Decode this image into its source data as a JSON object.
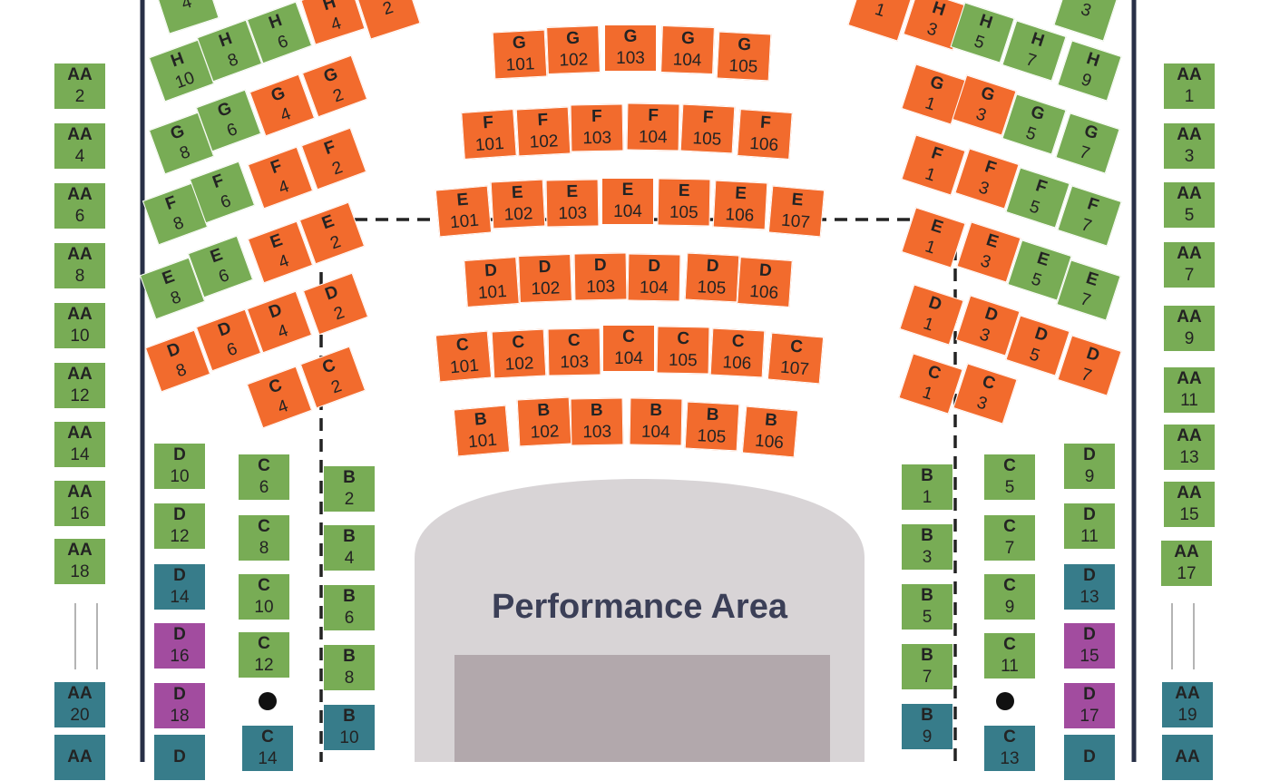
{
  "stage_label": "Performance Area",
  "colors": {
    "orange": "#f26b2d",
    "green": "#78ac55",
    "teal": "#377c8a",
    "purple": "#a24c9f",
    "stage": "#d8d4d6",
    "stage_floor": "#b2a8ac",
    "navy": "#283047",
    "seat_text": "#232323"
  },
  "seats": [
    {
      "row": "G",
      "num": "101",
      "color": "orange"
    },
    {
      "row": "G",
      "num": "102",
      "color": "orange"
    },
    {
      "row": "G",
      "num": "103",
      "color": "orange"
    },
    {
      "row": "G",
      "num": "104",
      "color": "orange"
    },
    {
      "row": "G",
      "num": "105",
      "color": "orange"
    },
    {
      "row": "F",
      "num": "101",
      "color": "orange"
    },
    {
      "row": "F",
      "num": "102",
      "color": "orange"
    },
    {
      "row": "F",
      "num": "103",
      "color": "orange"
    },
    {
      "row": "F",
      "num": "104",
      "color": "orange"
    },
    {
      "row": "F",
      "num": "105",
      "color": "orange"
    },
    {
      "row": "F",
      "num": "106",
      "color": "orange"
    },
    {
      "row": "E",
      "num": "101",
      "color": "orange"
    },
    {
      "row": "E",
      "num": "102",
      "color": "orange"
    },
    {
      "row": "E",
      "num": "103",
      "color": "orange"
    },
    {
      "row": "E",
      "num": "104",
      "color": "orange"
    },
    {
      "row": "E",
      "num": "105",
      "color": "orange"
    },
    {
      "row": "E",
      "num": "106",
      "color": "orange"
    },
    {
      "row": "E",
      "num": "107",
      "color": "orange"
    },
    {
      "row": "D",
      "num": "101",
      "color": "orange"
    },
    {
      "row": "D",
      "num": "102",
      "color": "orange"
    },
    {
      "row": "D",
      "num": "103",
      "color": "orange"
    },
    {
      "row": "D",
      "num": "104",
      "color": "orange"
    },
    {
      "row": "D",
      "num": "105",
      "color": "orange"
    },
    {
      "row": "D",
      "num": "106",
      "color": "orange"
    },
    {
      "row": "C",
      "num": "101",
      "color": "orange"
    },
    {
      "row": "C",
      "num": "102",
      "color": "orange"
    },
    {
      "row": "C",
      "num": "103",
      "color": "orange"
    },
    {
      "row": "C",
      "num": "104",
      "color": "orange"
    },
    {
      "row": "C",
      "num": "105",
      "color": "orange"
    },
    {
      "row": "C",
      "num": "106",
      "color": "orange"
    },
    {
      "row": "C",
      "num": "107",
      "color": "orange"
    },
    {
      "row": "B",
      "num": "101",
      "color": "orange"
    },
    {
      "row": "B",
      "num": "102",
      "color": "orange"
    },
    {
      "row": "B",
      "num": "103",
      "color": "orange"
    },
    {
      "row": "B",
      "num": "104",
      "color": "orange"
    },
    {
      "row": "B",
      "num": "105",
      "color": "orange"
    },
    {
      "row": "B",
      "num": "106",
      "color": "orange"
    },
    {
      "row": "",
      "num": "4",
      "color": "green"
    },
    {
      "row": "H",
      "num": "4",
      "color": "orange"
    },
    {
      "row": "",
      "num": "2",
      "color": "orange"
    },
    {
      "row": "H",
      "num": "10",
      "color": "green"
    },
    {
      "row": "H",
      "num": "8",
      "color": "green"
    },
    {
      "row": "H",
      "num": "6",
      "color": "green"
    },
    {
      "row": "G",
      "num": "8",
      "color": "green"
    },
    {
      "row": "G",
      "num": "6",
      "color": "green"
    },
    {
      "row": "G",
      "num": "4",
      "color": "orange"
    },
    {
      "row": "G",
      "num": "2",
      "color": "orange"
    },
    {
      "row": "F",
      "num": "8",
      "color": "green"
    },
    {
      "row": "F",
      "num": "6",
      "color": "green"
    },
    {
      "row": "F",
      "num": "4",
      "color": "orange"
    },
    {
      "row": "F",
      "num": "2",
      "color": "orange"
    },
    {
      "row": "E",
      "num": "8",
      "color": "green"
    },
    {
      "row": "E",
      "num": "6",
      "color": "green"
    },
    {
      "row": "E",
      "num": "4",
      "color": "orange"
    },
    {
      "row": "E",
      "num": "2",
      "color": "orange"
    },
    {
      "row": "D",
      "num": "8",
      "color": "orange"
    },
    {
      "row": "D",
      "num": "6",
      "color": "orange"
    },
    {
      "row": "D",
      "num": "4",
      "color": "orange"
    },
    {
      "row": "D",
      "num": "2",
      "color": "orange"
    },
    {
      "row": "C",
      "num": "4",
      "color": "orange"
    },
    {
      "row": "C",
      "num": "2",
      "color": "orange"
    },
    {
      "row": "",
      "num": "1",
      "color": "orange"
    },
    {
      "row": "H",
      "num": "3",
      "color": "orange"
    },
    {
      "row": "",
      "num": "3",
      "color": "green"
    },
    {
      "row": "H",
      "num": "5",
      "color": "green"
    },
    {
      "row": "H",
      "num": "7",
      "color": "green"
    },
    {
      "row": "H",
      "num": "9",
      "color": "green"
    },
    {
      "row": "G",
      "num": "1",
      "color": "orange"
    },
    {
      "row": "G",
      "num": "3",
      "color": "orange"
    },
    {
      "row": "G",
      "num": "5",
      "color": "green"
    },
    {
      "row": "G",
      "num": "7",
      "color": "green"
    },
    {
      "row": "F",
      "num": "1",
      "color": "orange"
    },
    {
      "row": "F",
      "num": "3",
      "color": "orange"
    },
    {
      "row": "F",
      "num": "5",
      "color": "green"
    },
    {
      "row": "F",
      "num": "7",
      "color": "green"
    },
    {
      "row": "E",
      "num": "1",
      "color": "orange"
    },
    {
      "row": "E",
      "num": "3",
      "color": "orange"
    },
    {
      "row": "E",
      "num": "5",
      "color": "green"
    },
    {
      "row": "E",
      "num": "7",
      "color": "green"
    },
    {
      "row": "D",
      "num": "1",
      "color": "orange"
    },
    {
      "row": "D",
      "num": "3",
      "color": "orange"
    },
    {
      "row": "D",
      "num": "5",
      "color": "orange"
    },
    {
      "row": "D",
      "num": "7",
      "color": "orange"
    },
    {
      "row": "C",
      "num": "1",
      "color": "orange"
    },
    {
      "row": "C",
      "num": "3",
      "color": "orange"
    },
    {
      "row": "AA",
      "num": "2",
      "color": "green"
    },
    {
      "row": "AA",
      "num": "4",
      "color": "green"
    },
    {
      "row": "AA",
      "num": "6",
      "color": "green"
    },
    {
      "row": "AA",
      "num": "8",
      "color": "green"
    },
    {
      "row": "AA",
      "num": "10",
      "color": "green"
    },
    {
      "row": "AA",
      "num": "12",
      "color": "green"
    },
    {
      "row": "AA",
      "num": "14",
      "color": "green"
    },
    {
      "row": "AA",
      "num": "16",
      "color": "green"
    },
    {
      "row": "AA",
      "num": "18",
      "color": "green"
    },
    {
      "row": "AA",
      "num": "20",
      "color": "teal"
    },
    {
      "row": "AA",
      "num": "",
      "color": "teal"
    },
    {
      "row": "AA",
      "num": "1",
      "color": "green"
    },
    {
      "row": "AA",
      "num": "3",
      "color": "green"
    },
    {
      "row": "AA",
      "num": "5",
      "color": "green"
    },
    {
      "row": "AA",
      "num": "7",
      "color": "green"
    },
    {
      "row": "AA",
      "num": "9",
      "color": "green"
    },
    {
      "row": "AA",
      "num": "11",
      "color": "green"
    },
    {
      "row": "AA",
      "num": "13",
      "color": "green"
    },
    {
      "row": "AA",
      "num": "15",
      "color": "green"
    },
    {
      "row": "AA",
      "num": "17",
      "color": "green"
    },
    {
      "row": "AA",
      "num": "19",
      "color": "teal"
    },
    {
      "row": "AA",
      "num": "",
      "color": "teal"
    },
    {
      "row": "D",
      "num": "10",
      "color": "green"
    },
    {
      "row": "D",
      "num": "12",
      "color": "green"
    },
    {
      "row": "D",
      "num": "14",
      "color": "teal"
    },
    {
      "row": "D",
      "num": "16",
      "color": "purple"
    },
    {
      "row": "D",
      "num": "18",
      "color": "purple"
    },
    {
      "row": "D",
      "num": "",
      "color": "teal"
    },
    {
      "row": "C",
      "num": "6",
      "color": "green"
    },
    {
      "row": "C",
      "num": "8",
      "color": "green"
    },
    {
      "row": "C",
      "num": "10",
      "color": "green"
    },
    {
      "row": "C",
      "num": "12",
      "color": "green"
    },
    {
      "row": "C",
      "num": "14",
      "color": "teal"
    },
    {
      "row": "B",
      "num": "2",
      "color": "green"
    },
    {
      "row": "B",
      "num": "4",
      "color": "green"
    },
    {
      "row": "B",
      "num": "6",
      "color": "green"
    },
    {
      "row": "B",
      "num": "8",
      "color": "green"
    },
    {
      "row": "B",
      "num": "10",
      "color": "teal"
    },
    {
      "row": "B",
      "num": "1",
      "color": "green"
    },
    {
      "row": "B",
      "num": "3",
      "color": "green"
    },
    {
      "row": "B",
      "num": "5",
      "color": "green"
    },
    {
      "row": "B",
      "num": "7",
      "color": "green"
    },
    {
      "row": "B",
      "num": "9",
      "color": "teal"
    },
    {
      "row": "C",
      "num": "5",
      "color": "green"
    },
    {
      "row": "C",
      "num": "7",
      "color": "green"
    },
    {
      "row": "C",
      "num": "9",
      "color": "green"
    },
    {
      "row": "C",
      "num": "11",
      "color": "green"
    },
    {
      "row": "C",
      "num": "13",
      "color": "teal"
    },
    {
      "row": "D",
      "num": "9",
      "color": "green"
    },
    {
      "row": "D",
      "num": "11",
      "color": "green"
    },
    {
      "row": "D",
      "num": "13",
      "color": "teal"
    },
    {
      "row": "D",
      "num": "15",
      "color": "purple"
    },
    {
      "row": "D",
      "num": "17",
      "color": "purple"
    },
    {
      "row": "D",
      "num": "",
      "color": "teal"
    }
  ]
}
